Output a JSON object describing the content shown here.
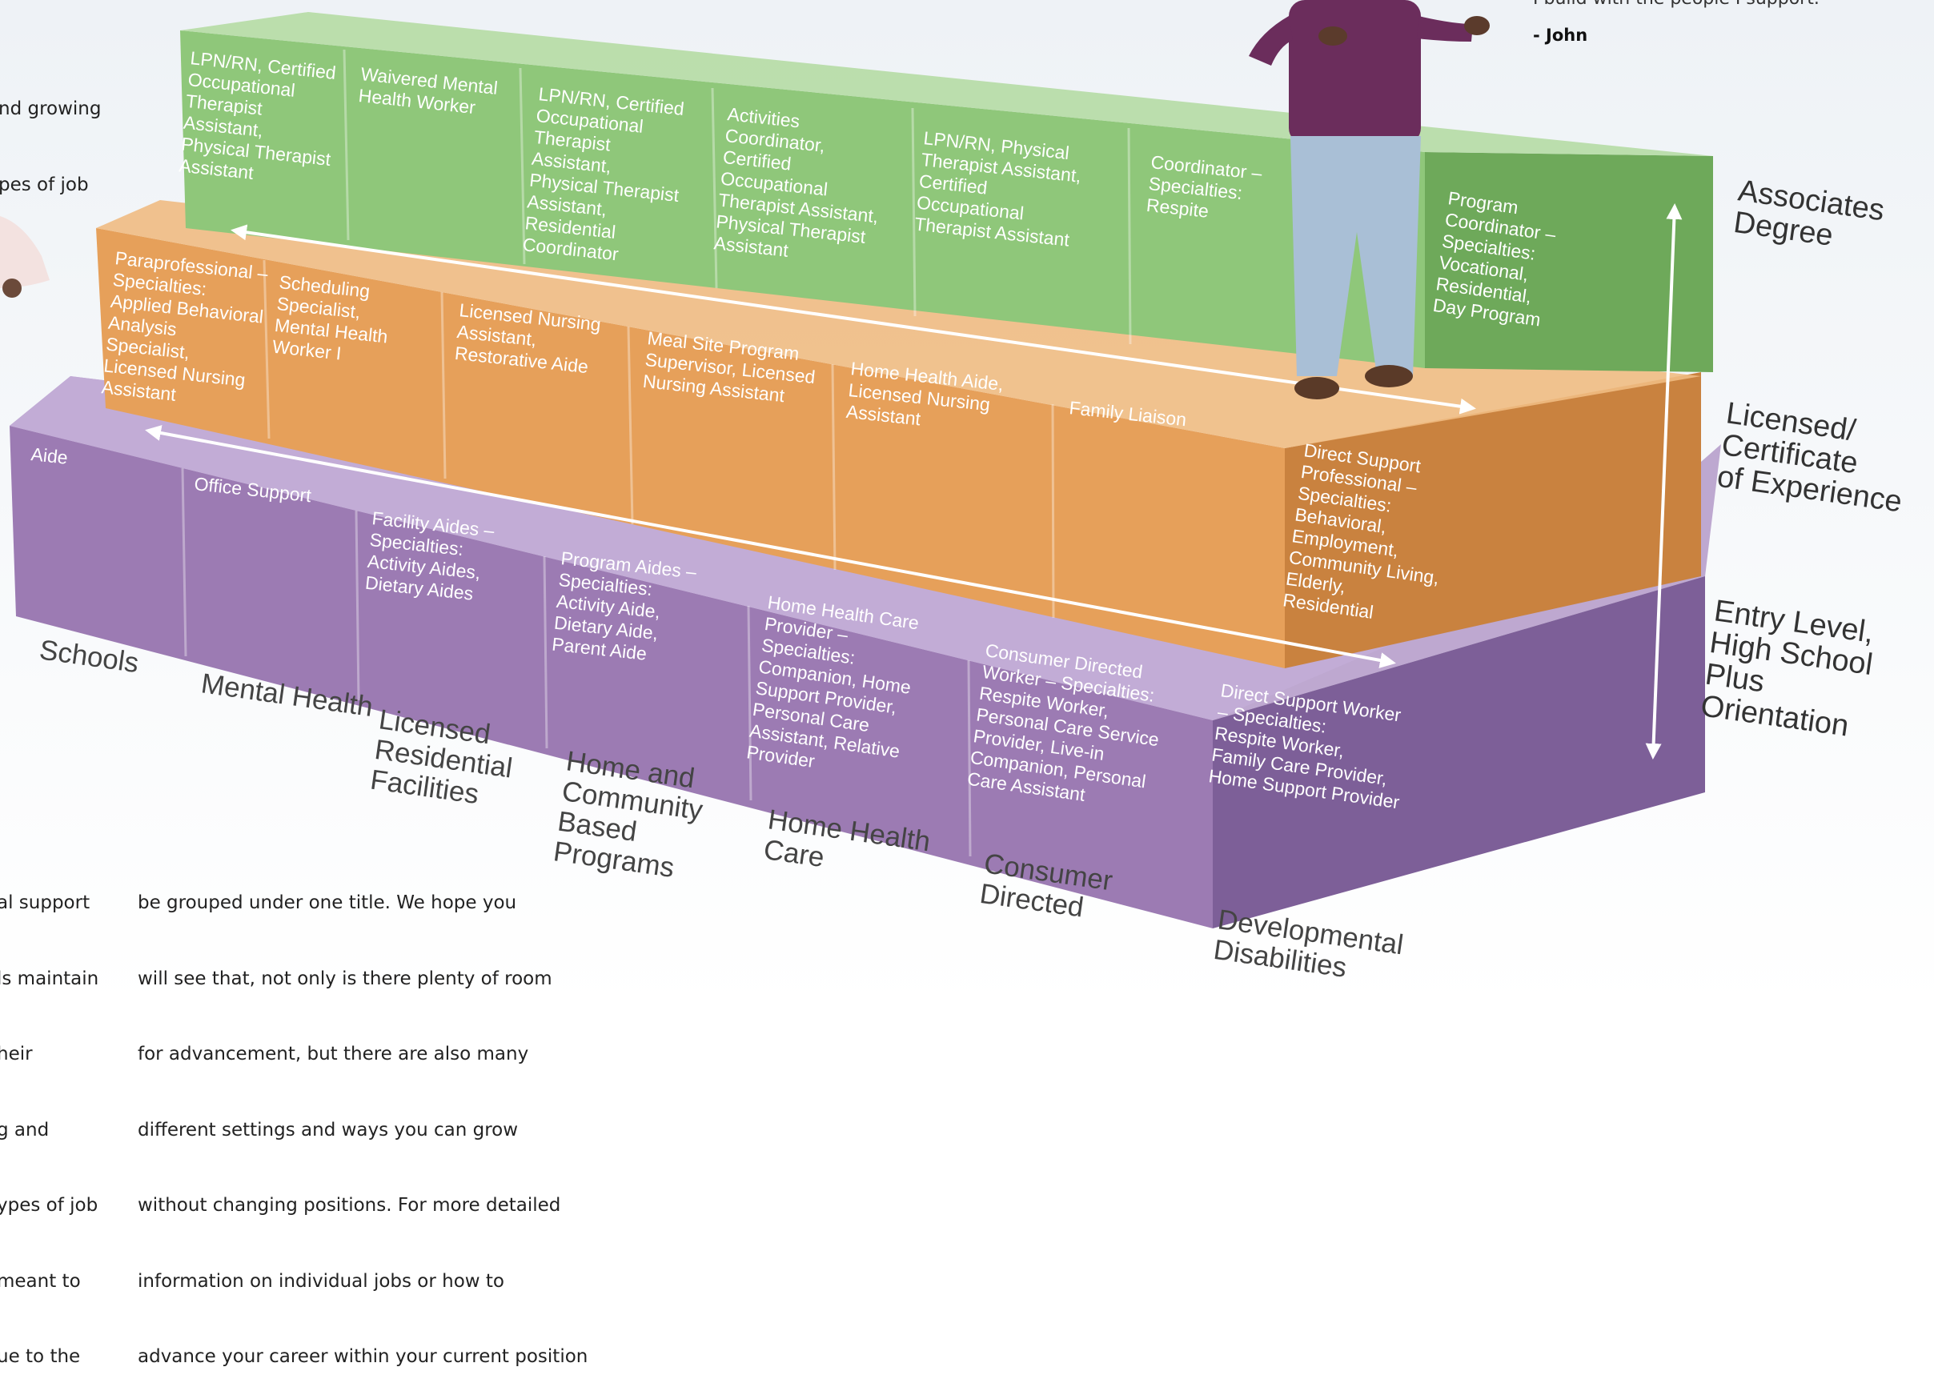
{
  "intro_fragment": [
    "nd growing",
    "pes of job"
  ],
  "quote_tail": "I build with the people I support.",
  "quote_signature": "- John",
  "body_left_fragment": [
    "al support",
    "ls maintain",
    "heir",
    "g and",
    "ypes of job",
    "meant to",
    "ue to the"
  ],
  "body_right": [
    "be grouped under one title. We hope you",
    "will see that, not only is there plenty of room",
    "for advancement, but there are also many",
    "different settings and ways you can grow",
    "without changing positions. For more detailed",
    "information on individual jobs or how to",
    "advance your career within your current position"
  ],
  "levels": [
    "Associates Degree",
    "Licensed/ Certificate of Experience",
    "Entry Level, High School Plus Orientation"
  ],
  "settings": [
    "Schools",
    "Mental Health",
    "Licensed Residential Facilities",
    "Home and Community Based Programs",
    "Home Health Care",
    "Consumer Directed",
    "Developmental Disabilities"
  ],
  "jobs": {
    "associates": [
      "LPN/RN, Certified Occupational Therapist Assistant, Physical Therapist Assistant",
      "Waivered Mental Health Worker",
      "LPN/RN, Certified Occupational Therapist Assistant, Physical Therapist Assistant, Residential Coordinator",
      "Activities Coordinator, Certified Occupational Therapist Assistant, Physical Therapist Assistant",
      "LPN/RN, Physical Therapist Assistant, Certified Occupational Therapist Assistant",
      "Coordinator – Specialties: Respite",
      "Program Coordinator – Specialties: Vocational, Residential, Day Program"
    ],
    "licensed": [
      "Paraprofessional – Specialties: Applied Behavioral Analysis Specialist, Licensed Nursing Assistant",
      "Scheduling Specialist, Mental Health Worker I",
      "Licensed Nursing Assistant, Restorative Aide",
      "Meal Site Program Supervisor, Licensed Nursing Assistant",
      "Home Health Aide, Licensed Nursing Assistant",
      "Family Liaison",
      "Direct Support Professional – Specialties: Behavioral, Employment, Community Living, Elderly, Residential"
    ],
    "entry": [
      "Aide",
      "Office Support",
      "Facility Aides – Specialties: Activity Aides, Dietary Aides",
      "Program Aides – Specialties: Activity Aide, Dietary Aide, Parent Aide",
      "Home Health Care Provider – Specialties: Companion, Home Support Provider, Personal Care Assistant, Relative Provider",
      "Consumer Directed Worker – Specialties: Respite Worker, Personal Care Service Provider, Live-in Companion, Personal Care Assistant",
      "Direct Support Worker – Specialties: Respite Worker, Family Care Provider, Home Support Provider"
    ]
  },
  "colors": {
    "associates": "#8fc77a",
    "licensed": "#e6a05a",
    "entry": "#9c7bb3",
    "shirt": "#6b2d5c",
    "jeans": "#a9bfd6"
  }
}
